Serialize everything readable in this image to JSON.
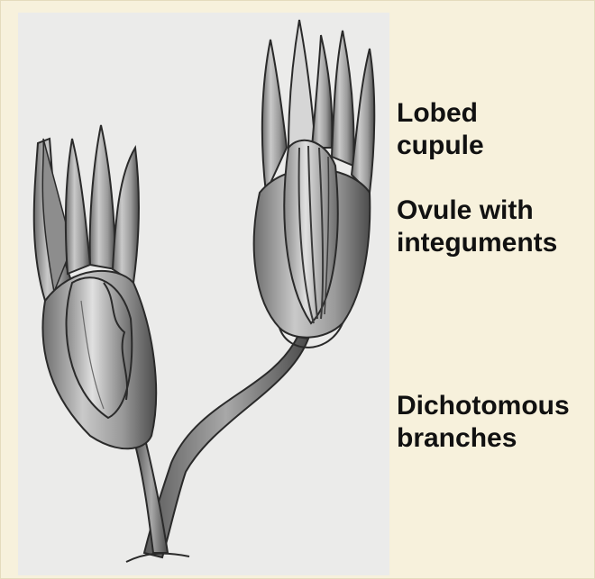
{
  "labels": {
    "lobed_cupule": "Lobed\ncupule",
    "ovule_with_integuments": "Ovule with\ninteguments",
    "dichotomous_branches": "Dichotomous\nbranches"
  },
  "colors": {
    "background": "#f7f1dc",
    "figure_panel": "#ebebea",
    "ink": "#2a2a2a",
    "text": "#111111"
  }
}
